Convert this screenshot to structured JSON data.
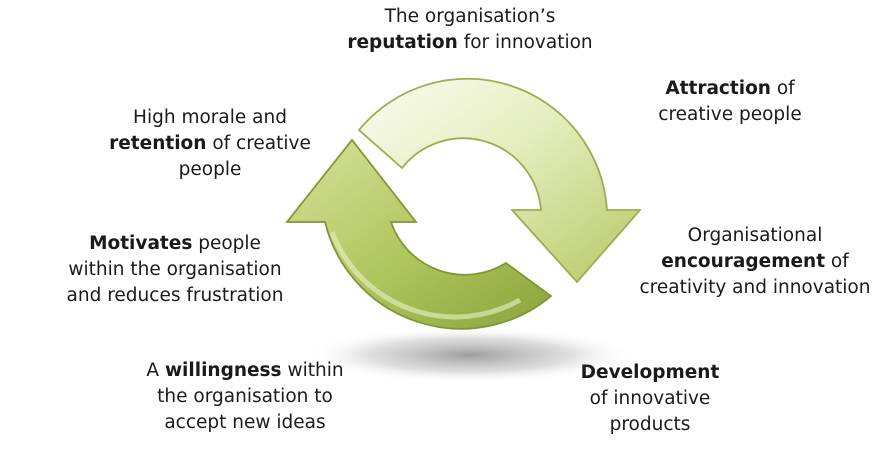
{
  "colors": {
    "arrow_light": "#f4f8e6",
    "arrow_mid": "#c8d98a",
    "arrow_dark": "#8aa33a",
    "arrow_outline": "#9aae50",
    "shadow": "#9b9b9b",
    "text": "#1a1a1a"
  },
  "icons": [
    "cycle-arrows-icon"
  ],
  "labels": {
    "top": {
      "line1": "The organisation’s",
      "line2_bold": "reputation",
      "line2_rest": " for innovation"
    },
    "top_right": {
      "line1_bold": "Attraction",
      "line1_rest": " of",
      "line2": "creative people"
    },
    "right": {
      "line1": "Organisational",
      "line2_bold": "encouragement",
      "line2_rest": " of",
      "line3": "creativity and innovation"
    },
    "bottom_right": {
      "line1_bold": "Development",
      "line2": "of innovative",
      "line3": "products"
    },
    "bottom_left": {
      "line1_pre": "A ",
      "line1_bold": "willingness",
      "line1_rest": " within",
      "line2": "the organisation to",
      "line3": "accept new ideas"
    },
    "left": {
      "line1_bold": "Motivates",
      "line1_rest": " people",
      "line2": "within the organisation",
      "line3": "and reduces frustration"
    },
    "top_left": {
      "line1": "High morale and",
      "line2_bold": "retention",
      "line2_rest": " of creative",
      "line3": "people"
    }
  }
}
